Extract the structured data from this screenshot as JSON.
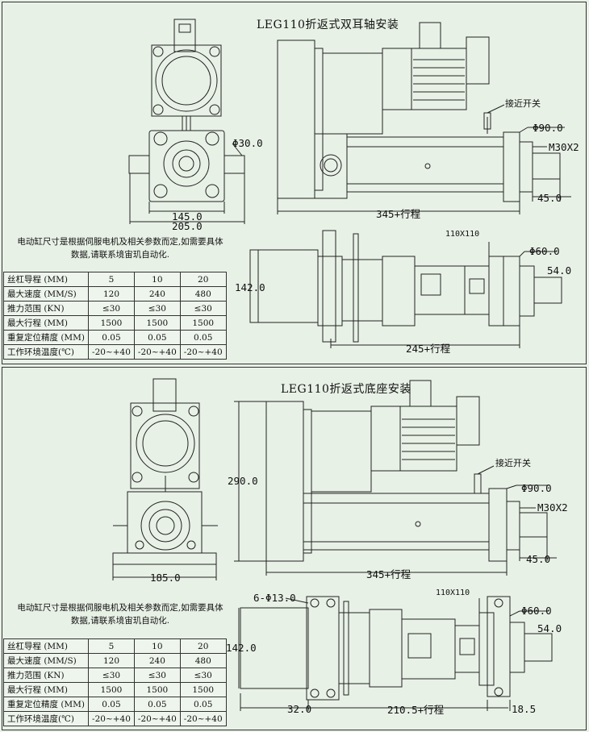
{
  "section1": {
    "title": "LEG110折返式双耳轴安装",
    "note_line1": "电动缸尺寸是根据伺服电机及相关参数而定,如需要具体",
    "note_line2": "数据,请联系境宙玑自动化.",
    "dims": {
      "front_shaft_dia": "Φ30.0",
      "front_width_inner": "145.0",
      "front_width_outer": "205.0",
      "side_dia90": "Φ90.0",
      "side_thread": "M30X2",
      "side_45": "45.0",
      "side_length": "345+行程",
      "proximity_switch": "接近开关",
      "top_motor_flange": "110X110",
      "top_dia60": "Φ60.0",
      "top_54": "54.0",
      "top_height": "142.0",
      "top_length": "245+行程"
    },
    "table": {
      "rows": [
        {
          "label": "丝杠导程 (MM)",
          "values": [
            "5",
            "10",
            "20"
          ]
        },
        {
          "label": "最大速度 (MM/S)",
          "values": [
            "120",
            "240",
            "480"
          ]
        },
        {
          "label": "推力范围 (KN)",
          "values": [
            "≤30",
            "≤30",
            "≤30"
          ]
        },
        {
          "label": "最大行程 (MM)",
          "values": [
            "1500",
            "1500",
            "1500"
          ]
        },
        {
          "label": "重复定位精度 (MM)",
          "values": [
            "0.05",
            "0.05",
            "0.05"
          ]
        },
        {
          "label": "工作环境温度(℃)",
          "values": [
            "-20~+40",
            "-20~+40",
            "-20~+40"
          ]
        }
      ]
    }
  },
  "section2": {
    "title": "LEG110折返式底座安装",
    "note_line1": "电动缸尺寸是根据伺服电机及相关参数而定,如需要具体",
    "note_line2": "数据,请联系境宙玑自动化.",
    "dims": {
      "front_width": "185.0",
      "side_height": "290.0",
      "side_dia90": "Φ90.0",
      "side_thread": "M30X2",
      "side_45": "45.0",
      "side_length": "345+行程",
      "proximity_switch": "接近开关",
      "top_holes": "6-Φ13.0",
      "top_motor_flange": "110X110",
      "top_dia60": "Φ60.0",
      "top_54": "54.0",
      "top_height": "142.0",
      "top_32": "32.0",
      "top_length": "210.5+行程",
      "top_18": "18.5"
    },
    "table": {
      "rows": [
        {
          "label": "丝杠导程 (MM)",
          "values": [
            "5",
            "10",
            "20"
          ]
        },
        {
          "label": "最大速度 (MM/S)",
          "values": [
            "120",
            "240",
            "480"
          ]
        },
        {
          "label": "推力范围 (KN)",
          "values": [
            "≤30",
            "≤30",
            "≤30"
          ]
        },
        {
          "label": "最大行程 (MM)",
          "values": [
            "1500",
            "1500",
            "1500"
          ]
        },
        {
          "label": "重复定位精度 (MM)",
          "values": [
            "0.05",
            "0.05",
            "0.05"
          ]
        },
        {
          "label": "工作环境温度(℃)",
          "values": [
            "-20~+40",
            "-20~+40",
            "-20~+40"
          ]
        }
      ]
    }
  }
}
